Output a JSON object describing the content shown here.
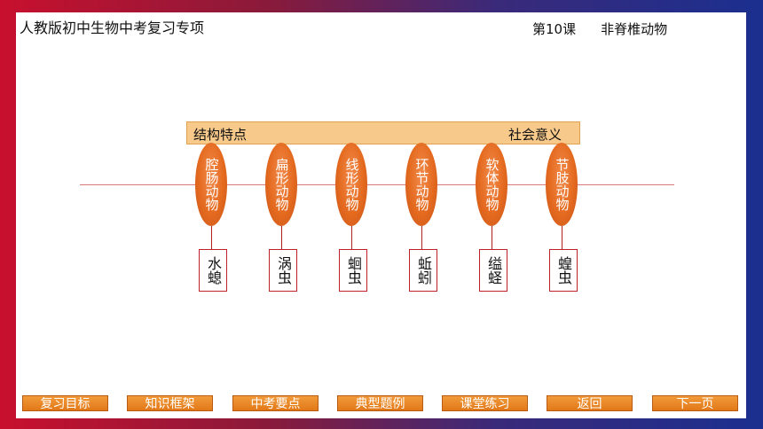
{
  "header": {
    "course_title": "人教版初中生物中考复习专项",
    "lesson_number": "第10课",
    "lesson_topic": "非脊椎动物"
  },
  "band": {
    "left_label": "结构特点",
    "right_label": "社会意义"
  },
  "phyla": [
    {
      "name": "腔肠动物",
      "example": "水螅"
    },
    {
      "name": "扁形动物",
      "example": "涡虫"
    },
    {
      "name": "线形动物",
      "example": "蛔虫"
    },
    {
      "name": "环节动物",
      "example": "蚯蚓"
    },
    {
      "name": "软体动物",
      "example": "缢蛏"
    },
    {
      "name": "节肢动物",
      "example": "蝗虫"
    }
  ],
  "nav": [
    "复习目标",
    "知识框架",
    "中考要点",
    "典型题例",
    "课堂练习",
    "返回",
    "下一页"
  ]
}
